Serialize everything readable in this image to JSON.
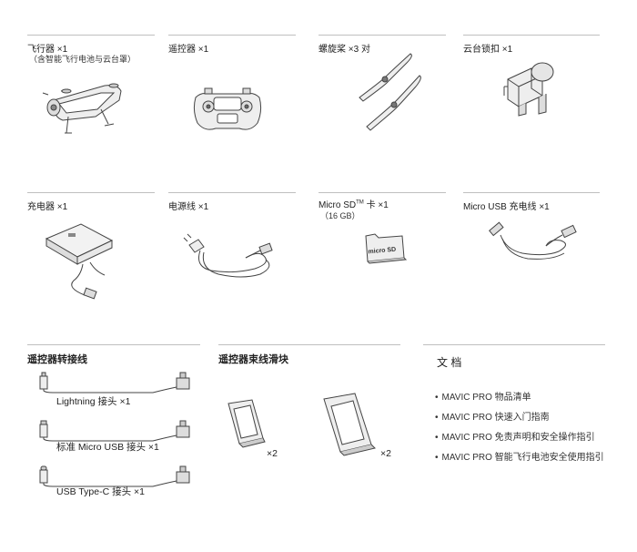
{
  "row1": [
    {
      "title": "飞行器 ×1",
      "sub": "（含智能飞行电池与云台罩）",
      "icon": "drone-icon"
    },
    {
      "title": "遥控器 ×1",
      "icon": "remote-controller-icon"
    },
    {
      "title": "螺旋桨 ×3 对",
      "icon": "propellers-icon"
    },
    {
      "title": "云台锁扣 ×1",
      "icon": "gimbal-clamp-icon"
    }
  ],
  "row2": [
    {
      "title": "充电器 ×1",
      "icon": "charger-icon"
    },
    {
      "title": "电源线 ×1",
      "icon": "power-cable-icon"
    },
    {
      "title_pre": "Micro SD",
      "title_sup": "TM",
      "title_post": " 卡 ×1",
      "sub": "（16 GB）",
      "icon": "microsd-card-icon",
      "card_text": "micro SD"
    },
    {
      "title": "Micro USB 充电线 ×1",
      "icon": "micro-usb-cable-icon"
    }
  ],
  "rc_cables": {
    "title": "遥控器转接线",
    "items": [
      {
        "label": "Lightning 接头 ×1",
        "icon": "lightning-cable-icon"
      },
      {
        "label": "标准 Micro USB 接头 ×1",
        "icon": "micro-usb-connector-cable-icon"
      },
      {
        "label": "USB Type-C 接头 ×1",
        "icon": "usb-type-c-cable-icon"
      }
    ]
  },
  "sliders": {
    "title": "遥控器束线滑块",
    "items": [
      {
        "qty": "×2",
        "icon": "cable-slider-small-icon"
      },
      {
        "qty": "×2",
        "icon": "cable-slider-large-icon"
      }
    ]
  },
  "documents": {
    "title": "文 档",
    "items": [
      "MAVIC PRO 物品清单",
      "MAVIC PRO 快速入门指南",
      "MAVIC PRO 免责声明和安全操作指引",
      "MAVIC PRO 智能飞行电池安全使用指引"
    ],
    "bullet": "•"
  },
  "colors": {
    "line": "#bfbfbf",
    "stroke": "#444444",
    "fill_light": "#e6e6e6"
  }
}
